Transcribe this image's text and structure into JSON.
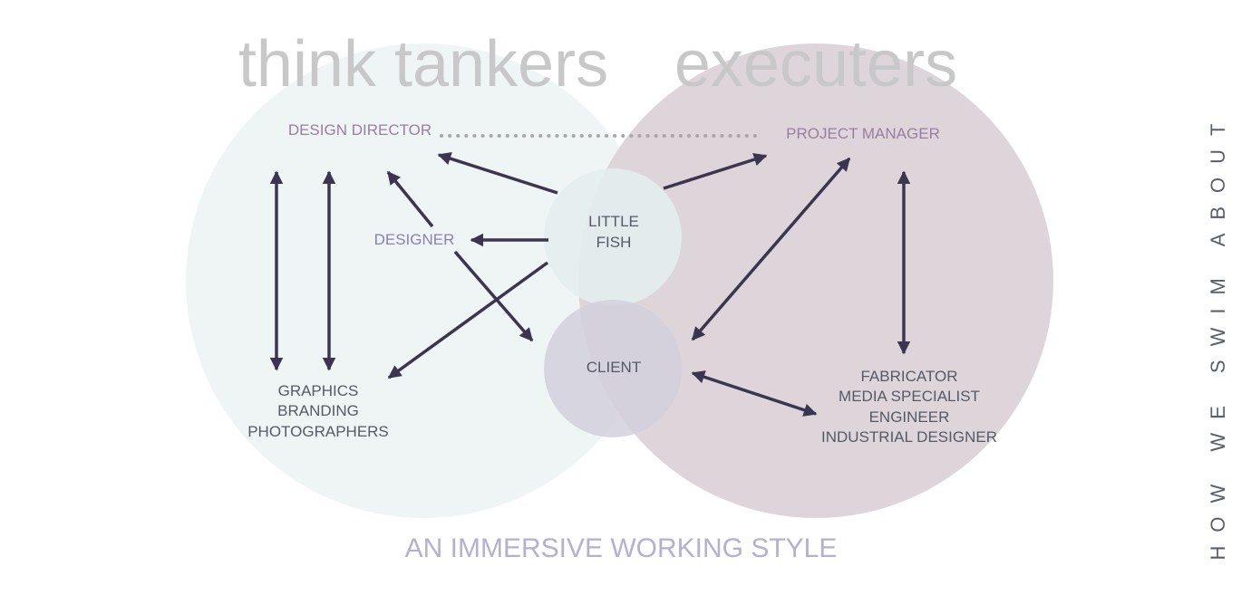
{
  "headings": {
    "left": "think tankers",
    "right": "executers"
  },
  "nodes": {
    "design_director": "DESIGN DIRECTOR",
    "project_manager": "PROJECT MANAGER",
    "designer": "DESIGNER",
    "little_fish": [
      "LITTLE",
      "FISH"
    ],
    "client": "CLIENT",
    "graphics_group": [
      "GRAPHICS",
      "BRANDING",
      "PHOTOGRAPHERS"
    ],
    "execution_group": [
      "FABRICATOR",
      "MEDIA SPECIALIST",
      "ENGINEER",
      "INDUSTRIAL DESIGNER"
    ]
  },
  "footer": "AN IMMERSIVE WORKING STYLE",
  "side_title": "HOW WE SWIM ABOUT",
  "colors": {
    "left_circle": "#eef5f4",
    "right_circle": "#ddd4d9",
    "small_circle_top": "#e5eeef",
    "small_circle_bottom": "#d8d5df",
    "arrow": "#3b3550",
    "heading": "#c8c8c8",
    "role_purple": "#9a7da2",
    "designer_violet": "#8a7fbb",
    "body_text": "#555a66",
    "footer": "#b4b0d2"
  }
}
